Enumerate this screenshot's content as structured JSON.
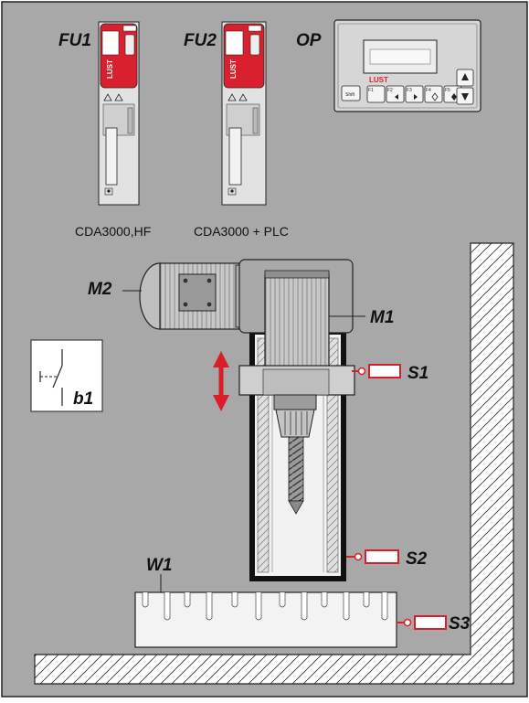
{
  "drives": [
    {
      "label": "FU1",
      "caption": "CDA3000,HF",
      "brand": "LUST"
    },
    {
      "label": "FU2",
      "caption": "CDA3000 + PLC",
      "brand": "LUST"
    }
  ],
  "operator_panel": {
    "label": "OP",
    "brand": "LUST",
    "keys": [
      "Shift",
      "F1",
      "F2",
      "F3",
      "F4",
      "F5"
    ]
  },
  "motors": {
    "m1": "M1",
    "m2": "M2"
  },
  "switch": {
    "label": "b1"
  },
  "sensors": [
    "S1",
    "S2",
    "S3"
  ],
  "workpiece": {
    "label": "W1"
  },
  "colors": {
    "background": "#a8a8a8",
    "brand_red": "#d8202e",
    "arrow_red": "#d81e28",
    "panel_gray": "#d6d6d6",
    "sensor_red": "#d81e28"
  }
}
